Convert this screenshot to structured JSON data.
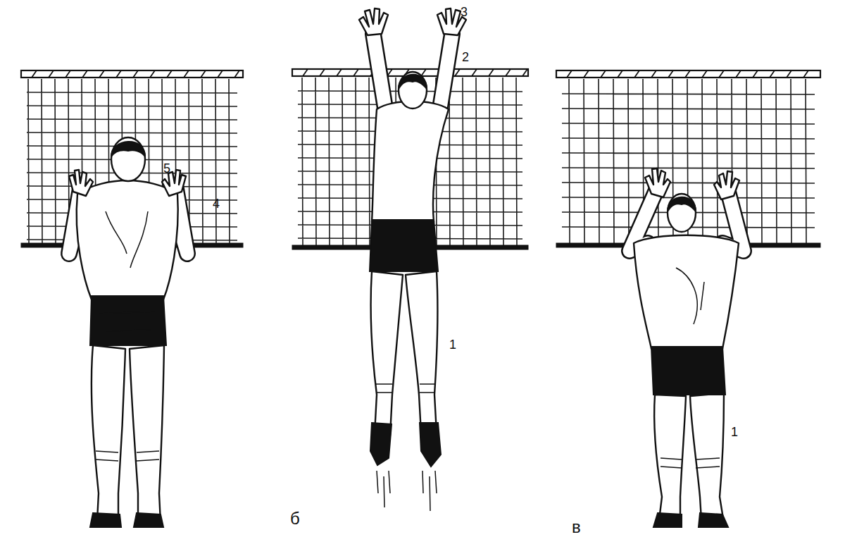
{
  "diagram": {
    "labels": [
      "5",
      "4",
      "3",
      "2",
      "1",
      "б",
      "1",
      "в"
    ]
  }
}
